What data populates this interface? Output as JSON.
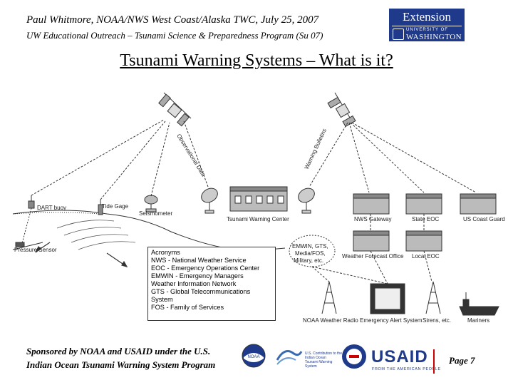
{
  "header": {
    "line1": "Paul Whitmore, NOAA/NWS West Coast/Alaska TWC, July 25, 2007",
    "line2": "UW Educational Outreach – Tsunami Science & Preparedness Program (Su 07)"
  },
  "logo": {
    "extension": "Extension",
    "university": "UNIVERSITY OF",
    "washington": "WASHINGTON"
  },
  "title": "Tsunami Warning Systems – What is it?",
  "diagram": {
    "labels": {
      "observational_data": "Observational Data",
      "warning_bulletins": "Warning Bulletins",
      "dart_buoy": "DART buoy",
      "tide_gage": "Tide Gage",
      "seismometer": "Seismometer",
      "pressure_sensor": "Pressure Sensor",
      "warning_center": "Tsunami Warning Center",
      "emwin_cloud": [
        "EMWIN, GTS,",
        "Media/FOS,",
        "Military, etc."
      ],
      "nws_gateway": "NWS Gateway",
      "state_eoc": "State EOC",
      "coast_guard": "US Coast Guard",
      "wfo": "Weather Forecast Office",
      "local_eoc": "Local EOC",
      "noaa_radio": "NOAA Weather Radio",
      "eas": "Emergency Alert System",
      "sirens": "Sirens, etc.",
      "mariners": "Mariners"
    },
    "acronyms": {
      "heading": "Acronyms",
      "items": [
        "NWS - National Weather Service",
        "EOC - Emergency Operations Center",
        "EMWIN - Emergency Managers",
        "Weather Information Network",
        "GTS - Global Telecommunications",
        "System",
        "FOS - Family of Services"
      ]
    }
  },
  "footer": {
    "line1": "Sponsored by NOAA and USAID under the U.S.",
    "line2": "Indian Ocean Tsunami Warning System Program",
    "page": "Page 7"
  },
  "sponsor_logos": {
    "noaa": "NOAA",
    "ioc_text": [
      "U.S. Contribution to the",
      "Indian Ocean",
      "Tsunami Warning",
      "System"
    ],
    "usaid": "USAID",
    "usaid_sub": "FROM THE AMERICAN PEOPLE"
  }
}
